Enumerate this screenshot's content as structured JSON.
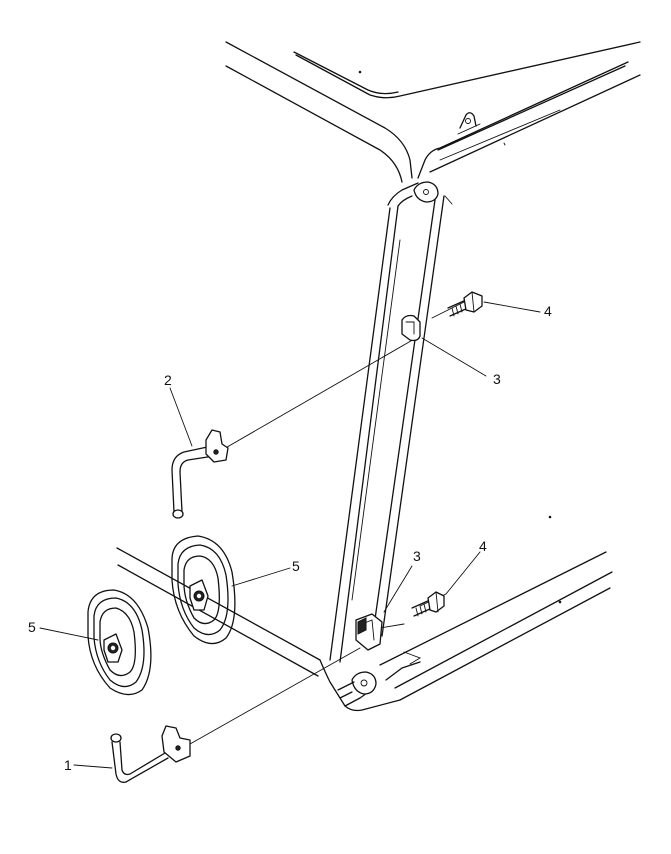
{
  "callouts": [
    {
      "id": "c1",
      "text": "1"
    },
    {
      "id": "c2",
      "text": "2"
    },
    {
      "id": "c3a",
      "text": "3"
    },
    {
      "id": "c3b",
      "text": "3"
    },
    {
      "id": "c4a",
      "text": "4"
    },
    {
      "id": "c4b",
      "text": "4"
    },
    {
      "id": "c5a",
      "text": "5"
    },
    {
      "id": "c5b",
      "text": "5"
    }
  ]
}
